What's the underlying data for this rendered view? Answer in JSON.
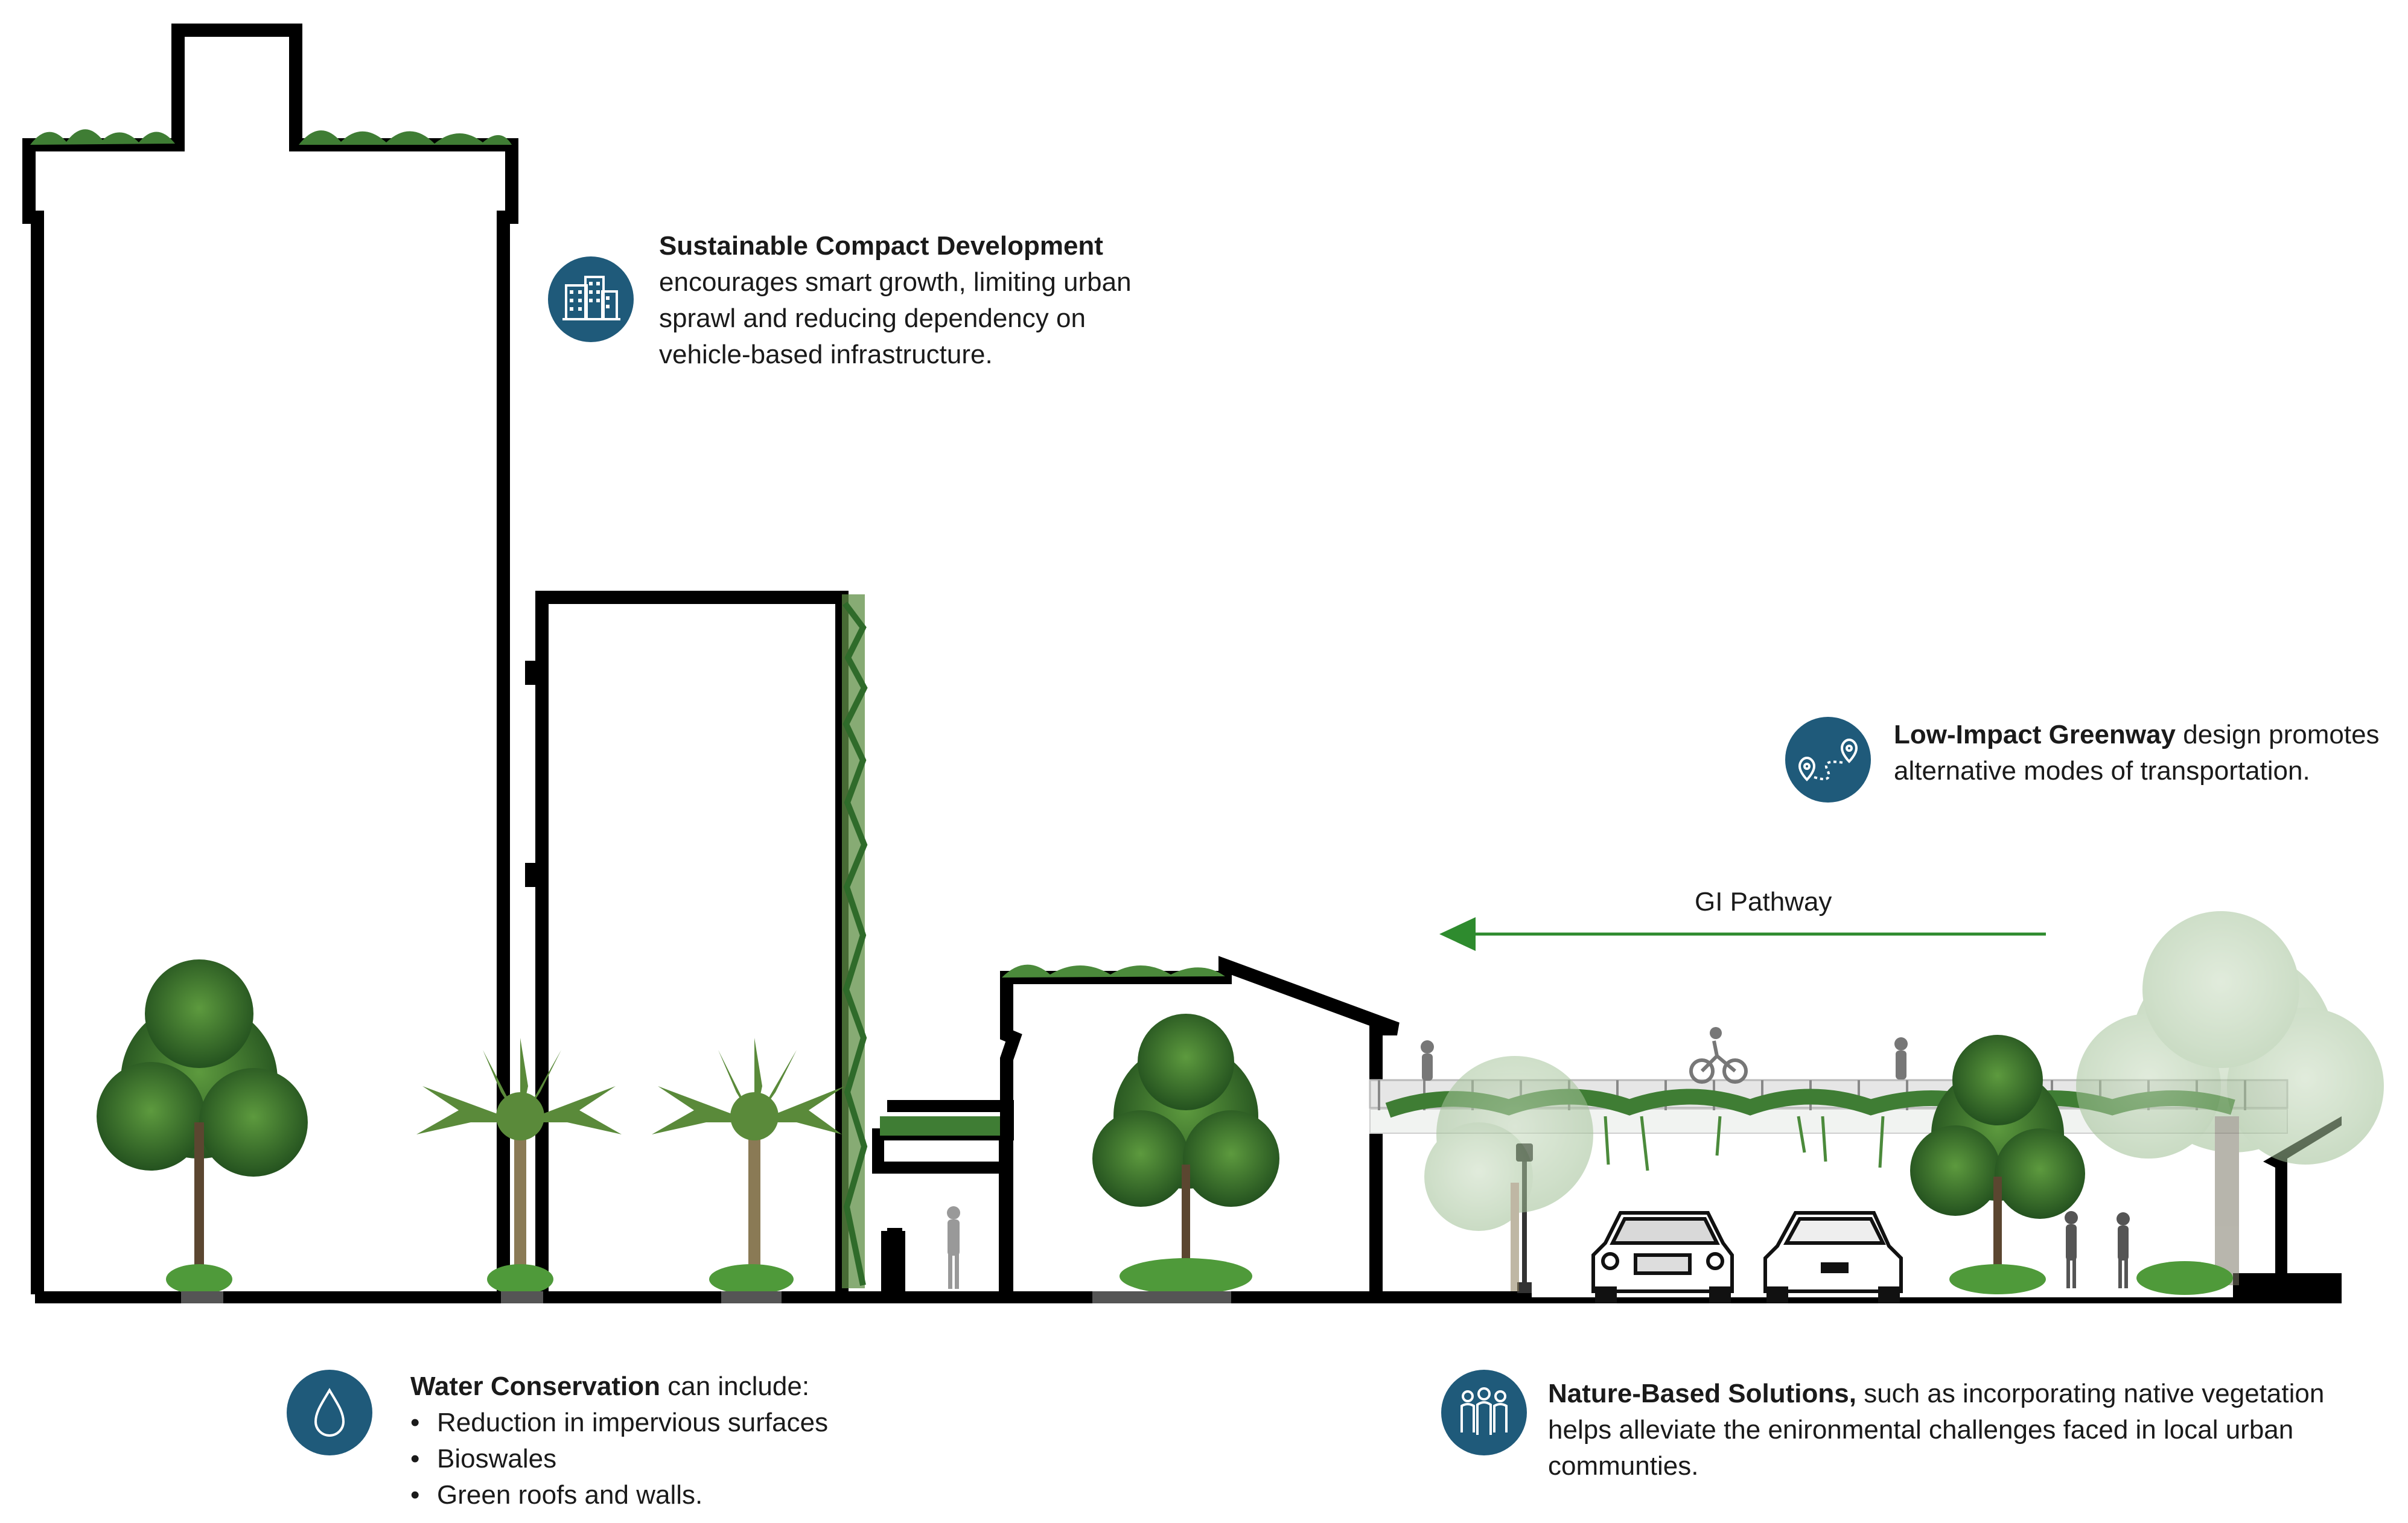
{
  "colors": {
    "outline": "#000000",
    "icon_bg": "#1f5a7a",
    "arrow": "#2e8b2e",
    "foliage_dark": "#2f6b2a",
    "foliage_light": "#6fa84a",
    "faded_foliage": "#b9cfb0"
  },
  "callouts": {
    "compact": {
      "title": "Sustainable Compact Development",
      "body": "encourages smart growth, limiting urban sprawl and reducing dependency on vehicle-based infrastructure.",
      "icon": "buildings-icon"
    },
    "greenway": {
      "title": "Low-Impact Greenway",
      "body": " design promotes alternative modes of transportation.",
      "icon": "route-pin-icon"
    },
    "water": {
      "title": "Water Conservation",
      "body": " can include:",
      "items": [
        "Reduction in impervious surfaces",
        "Bioswales",
        "Green roofs and walls."
      ],
      "icon": "water-drop-icon"
    },
    "nature": {
      "title": "Nature-Based Solutions,",
      "body": " such as incorporating native vegetation helps alleviate the enironmental challenges faced in local urban communties.",
      "icon": "community-people-icon"
    }
  },
  "pathway": {
    "label": "GI Pathway",
    "direction": "left"
  }
}
